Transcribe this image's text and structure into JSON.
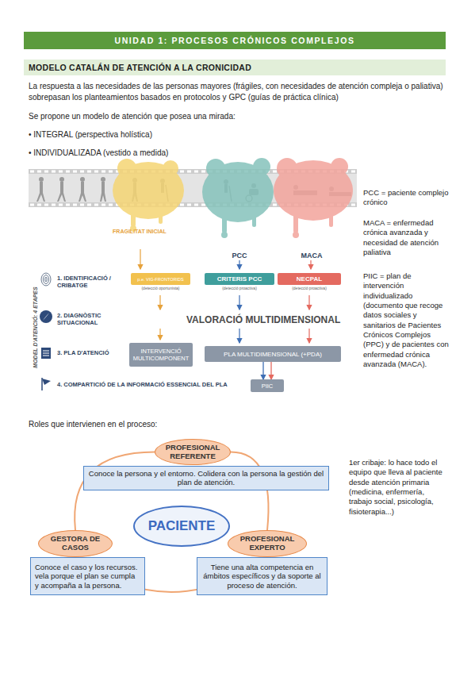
{
  "diagram": {
    "title": "UNIDAD 1: PROCESOS CRÓNICOS COMPLEJOS",
    "nodes": [
      {
        "text": [
          "MODELO CATALÁN DE ATENCIÓN A LA CRONICIDAD"
        ]
      },
      {
        "text": [
          "p.e. VIG-FRONTORIDS",
          "(detecció oportunista)"
        ]
      },
      {
        "text": [
          "CRITERIS PCC",
          "(detecció proactiva)"
        ]
      },
      {
        "text": [
          "NECPAL",
          "(detecció proactiva)"
        ]
      },
      {
        "text": [
          "INTERVENCIÓ MULTICOMPONENT"
        ]
      },
      {
        "text": [
          "PLA MULTIDIMENSIONAL (+PDA)"
        ]
      },
      {
        "text": [
          "PIIC"
        ]
      },
      {
        "text": [
          "PROFESIONAL REFERENTE"
        ]
      },
      {
        "text": [
          "Conoce la persona y el entorno. Colidera con la persona la gestión del plan de atención."
        ]
      },
      {
        "text": [
          "PACIENTE"
        ]
      },
      {
        "text": [
          "GESTORA DE CASOS"
        ]
      },
      {
        "text": [
          "Conoce el caso y los recursos. vela porque el plan se cumpla y acompaña a la persona."
        ]
      },
      {
        "text": [
          "PROFESIONAL EXPERTO"
        ]
      },
      {
        "text": [
          "Tiene una alta competencia en ámbitos específicos y da soporte al proceso de atención."
        ]
      }
    ],
    "edges": [
      {
        "from": 5,
        "to": 6,
        "arrow": "to"
      },
      {
        "from": 5,
        "to": 6,
        "arrow": "to"
      },
      {
        "from": 7,
        "to": 12,
        "arrow": "none"
      },
      {
        "from": 10,
        "to": 7,
        "arrow": "none"
      },
      {
        "from": 10,
        "to": 12,
        "arrow": "none"
      }
    ],
    "labels": [
      "La respuesta a las necesidades de las personas mayores (frágiles, con necesidades de atención compleja o paliativa) sobrepasan los planteamientos basados en protocolos y GPC (guías de práctica clínica)",
      "Se propone un modelo de atención que posea una mirada:",
      "• INTEGRAL (perspectiva holística)",
      "• INDIVIDUALIZADA (vestido a medida)",
      "FRAGILITAT INICIAL",
      "PCC",
      "MACA",
      "MODEL D'ATENCIÓ: 4 ETAPES",
      "1. IDENTIFICACIÓ / CRIBATGE",
      "2. DIAGNÒSTIC SITUACIONAL",
      "3. PLA D'ATENCIÓ",
      "4. COMPARTICIÓ DE LA INFORMACIÓ ESSENCIAL DEL PLA",
      "VALORACIÓ MULTIDIMENSIONAL",
      "PCC = paciente complejo crónico",
      "MACA = enfermedad crónica avanzada y necesidad de atención paliativa",
      "PIIC = plan de intervención individualizado (documento que recoge datos sociales y sanitarios de Pacientes Crónicos Complejos (PPC) y de pacientes con enfermedad crónica avanzada (MACA).",
      "Roles que intervienen en el proceso:",
      "1er cribaje: lo hace todo el equipo que lleva al paciente desde atención primaria (medicina, enfermería, trabajo social, psicología, fisioterapia...)"
    ]
  }
}
